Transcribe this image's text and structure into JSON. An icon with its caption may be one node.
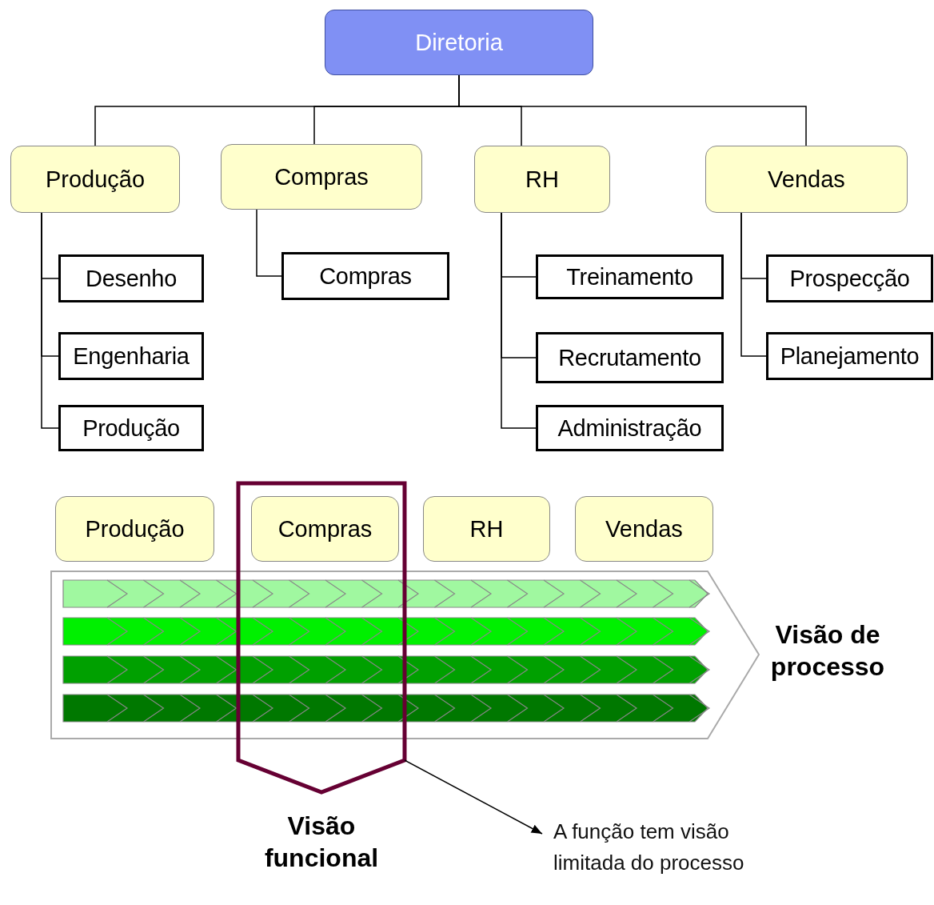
{
  "diagram": {
    "nodes": [
      {
        "text": [
          "Diretoria"
        ]
      },
      {
        "text": [
          "Produção"
        ]
      },
      {
        "text": [
          "Compras"
        ]
      },
      {
        "text": [
          "RH"
        ]
      },
      {
        "text": [
          "Vendas"
        ]
      },
      {
        "text": [
          "Desenho"
        ]
      },
      {
        "text": [
          "Engenharia"
        ]
      },
      {
        "text": [
          "Produção"
        ]
      },
      {
        "text": [
          "Compras"
        ]
      },
      {
        "text": [
          "Treinamento"
        ]
      },
      {
        "text": [
          "Recrutamento"
        ]
      },
      {
        "text": [
          "Administração"
        ]
      },
      {
        "text": [
          "Prospecção"
        ]
      },
      {
        "text": [
          "Planejamento"
        ]
      },
      {
        "text": [
          "Produção"
        ]
      },
      {
        "text": [
          "Visão funcional"
        ]
      },
      {
        "text": [
          "Compras"
        ],
        "in": 15
      },
      {
        "text": [
          "RH"
        ]
      },
      {
        "text": [
          "Vendas"
        ]
      },
      {
        "text": [
          "Visão de processo"
        ]
      },
      {
        "text": [],
        "shape": "bar",
        "in": 19
      },
      {
        "text": [],
        "shape": "bar",
        "in": 19
      },
      {
        "text": [],
        "shape": "bar",
        "in": 19
      },
      {
        "text": [],
        "shape": "bar",
        "in": 19
      },
      {
        "text": [
          "A função tem visão limitada do processo"
        ]
      }
    ],
    "edges": [
      {
        "from": 0,
        "to": 1,
        "arrow": "none"
      },
      {
        "from": 0,
        "to": 2,
        "arrow": "none"
      },
      {
        "from": 0,
        "to": 3,
        "arrow": "none"
      },
      {
        "from": 0,
        "to": 4,
        "arrow": "none"
      },
      {
        "from": 1,
        "to": 5,
        "arrow": "none"
      },
      {
        "from": 1,
        "to": 6,
        "arrow": "none"
      },
      {
        "from": 1,
        "to": 7,
        "arrow": "none"
      },
      {
        "from": 2,
        "to": 8,
        "arrow": "none"
      },
      {
        "from": 3,
        "to": 9,
        "arrow": "none"
      },
      {
        "from": 3,
        "to": 10,
        "arrow": "none"
      },
      {
        "from": 3,
        "to": 11,
        "arrow": "none"
      },
      {
        "from": 4,
        "to": 12,
        "arrow": "none"
      },
      {
        "from": 4,
        "to": 13,
        "arrow": "none"
      },
      {
        "from": 15,
        "to": 24,
        "arrow": "to"
      }
    ]
  }
}
